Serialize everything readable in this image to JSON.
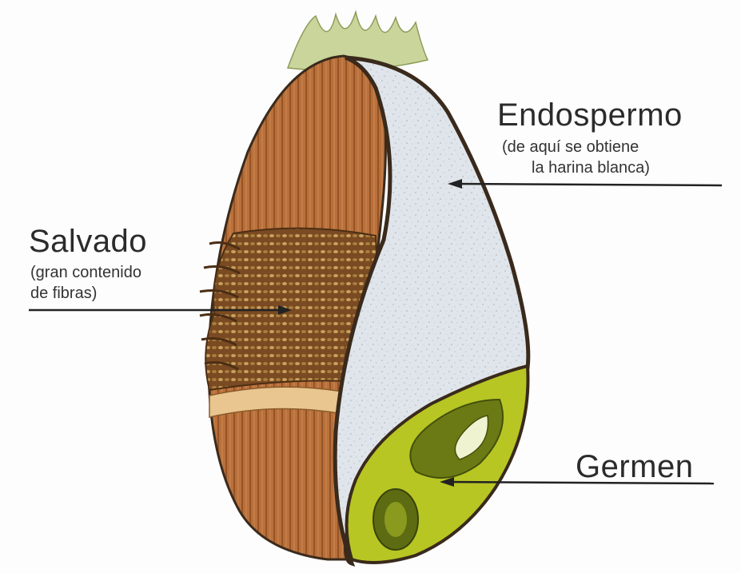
{
  "labels": {
    "endospermo": {
      "title": "Endospermo",
      "note_line1": "(de aquí se obtiene",
      "note_line2": "la harina blanca)"
    },
    "salvado": {
      "title": "Salvado",
      "note_line1": "(gran contenido",
      "note_line2": "de fibras)"
    },
    "germen": {
      "title": "Germen"
    }
  },
  "colors": {
    "bran": "#b9703a",
    "bran_dark": "#6e3f1c",
    "endosperm": "#dde3e8",
    "germ": "#b7c623",
    "germ_dark": "#5d6b12",
    "outline": "#3a2a1c",
    "leader_line": "#222222"
  }
}
